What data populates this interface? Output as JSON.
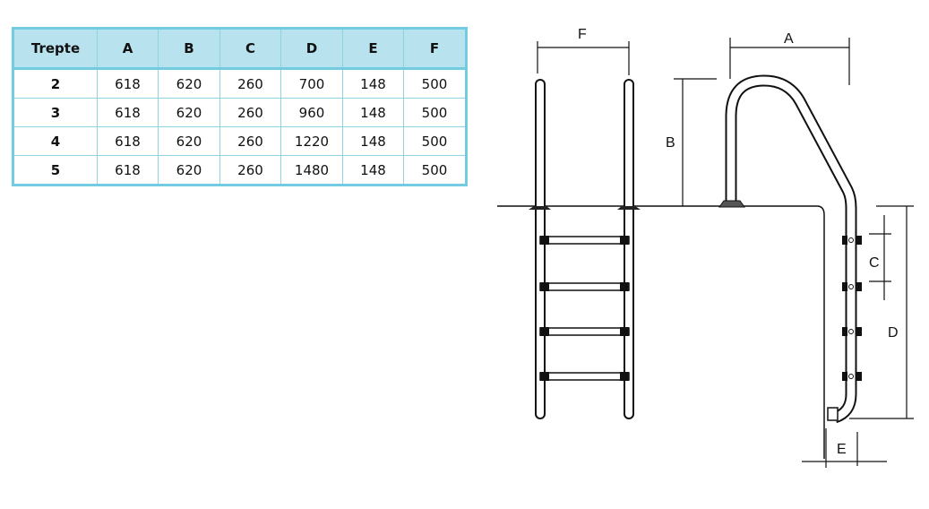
{
  "table": {
    "headers": [
      "Trepte",
      "A",
      "B",
      "C",
      "D",
      "E",
      "F"
    ],
    "rows": [
      [
        "2",
        "618",
        "620",
        "260",
        "700",
        "148",
        "500"
      ],
      [
        "3",
        "618",
        "620",
        "260",
        "960",
        "148",
        "500"
      ],
      [
        "4",
        "618",
        "620",
        "260",
        "1220",
        "148",
        "500"
      ],
      [
        "5",
        "618",
        "620",
        "260",
        "1480",
        "148",
        "500"
      ]
    ]
  },
  "diagram": {
    "labels": {
      "A": "A",
      "B": "B",
      "C": "C",
      "D": "D",
      "E": "E",
      "F": "F"
    }
  },
  "colors": {
    "header_bg": "#b8e3ee",
    "border": "#72cbe0"
  }
}
